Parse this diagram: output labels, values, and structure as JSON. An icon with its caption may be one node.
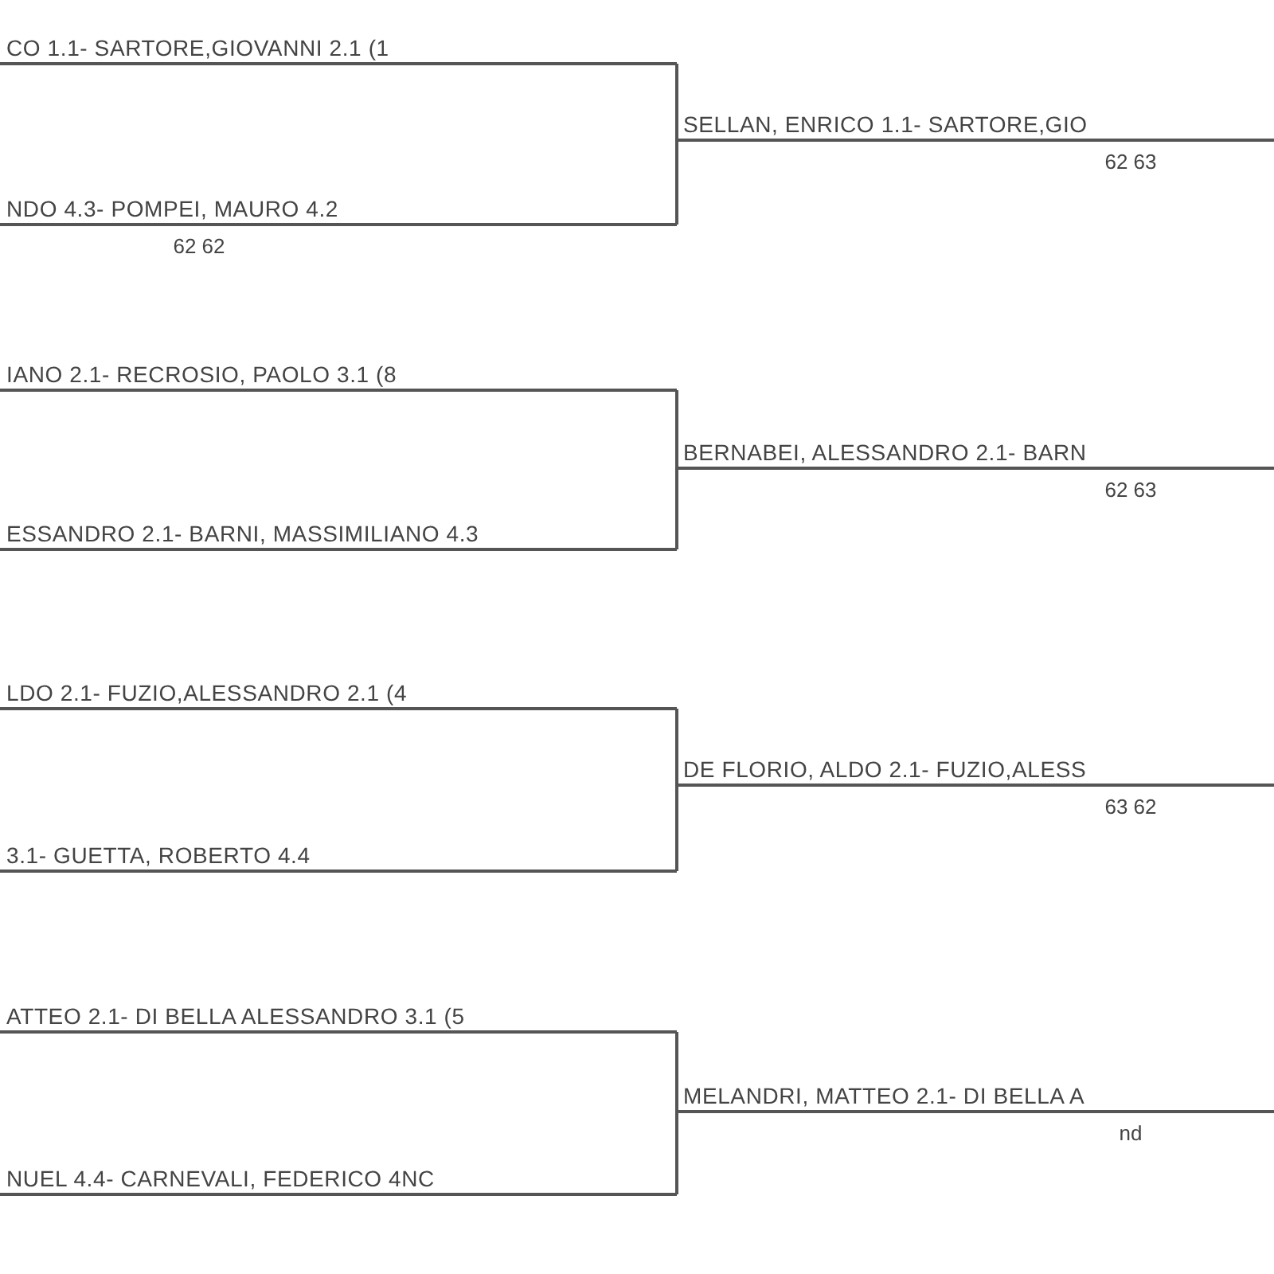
{
  "diagram": {
    "nodes": [
      {
        "text": [
          "CO 1.1- SARTORE,GIOVANNI 2.1 (1"
        ]
      },
      {
        "text": [
          "NDO 4.3- POMPEI, MAURO 4.2"
        ],
        "beside": [
          "62 62"
        ]
      },
      {
        "text": [
          "SELLAN, ENRICO 1.1- SARTORE,GIO"
        ],
        "beside": [
          "62 63"
        ]
      },
      {
        "text": [
          "IANO 2.1- RECROSIO, PAOLO 3.1 (8"
        ]
      },
      {
        "text": [
          "ESSANDRO 2.1- BARNI, MASSIMILIANO 4.3"
        ]
      },
      {
        "text": [
          "BERNABEI, ALESSANDRO 2.1- BARN"
        ],
        "beside": [
          "62 63"
        ]
      },
      {
        "text": [
          "LDO 2.1- FUZIO,ALESSANDRO 2.1 (4"
        ]
      },
      {
        "text": [
          "3.1- GUETTA, ROBERTO 4.4"
        ]
      },
      {
        "text": [
          "DE FLORIO, ALDO 2.1- FUZIO,ALESS"
        ],
        "beside": [
          "63 62"
        ]
      },
      {
        "text": [
          "ATTEO 2.1- DI BELLA ALESSANDRO 3.1 (5"
        ]
      },
      {
        "text": [
          "NUEL 4.4- CARNEVALI, FEDERICO 4NC"
        ]
      },
      {
        "text": [
          "MELANDRI, MATTEO 2.1- DI BELLA A"
        ],
        "beside": [
          "nd"
        ]
      }
    ],
    "edges": [
      {
        "from": 0,
        "to": 2,
        "arrow": "none"
      },
      {
        "from": 1,
        "to": 2,
        "arrow": "none"
      },
      {
        "from": 3,
        "to": 5,
        "arrow": "none"
      },
      {
        "from": 4,
        "to": 5,
        "arrow": "none"
      },
      {
        "from": 6,
        "to": 8,
        "arrow": "none"
      },
      {
        "from": 7,
        "to": 8,
        "arrow": "none"
      },
      {
        "from": 9,
        "to": 11,
        "arrow": "none"
      },
      {
        "from": 10,
        "to": 11,
        "arrow": "none"
      }
    ]
  }
}
